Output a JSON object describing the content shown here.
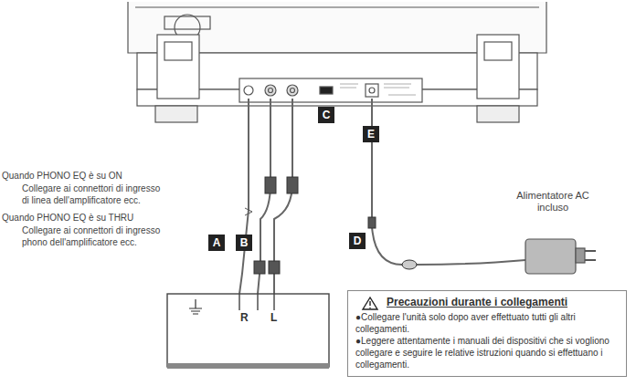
{
  "diagram": {
    "nodes": [
      {
        "text": [
          "R",
          "L"
        ]
      },
      {
        "text": [
          "Precauzioni durante i collegamenti",
          "●Collegare l'unità solo dopo aver effettuato tutti gli altri collegamenti.",
          "●Leggere attentamente i manuali dei dispositivi che si vogliono collegare e seguire le relative istruzioni quando si effettuano i collegamenti."
        ]
      }
    ],
    "labels": [
      "A",
      "B",
      "C",
      "D",
      "E",
      "Alimentatore AC incluso",
      "Quando PHONO EQ è su ON",
      "Collegare ai connettori di ingresso di linea dell'amplificatore ecc.",
      "Quando PHONO EQ è su THRU",
      "Collegare ai connettori di ingresso phono dell'amplificatore ecc."
    ]
  }
}
